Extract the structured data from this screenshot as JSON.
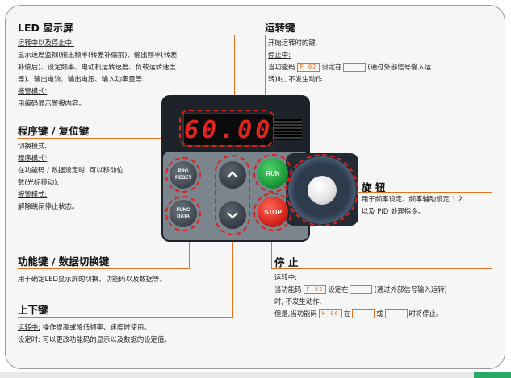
{
  "led_display": {
    "title": "LED 显示屏",
    "running_heading": "运转中以及停止中:",
    "running_desc": [
      "显示速度监视(输出频率(转差补偿前)、输出频率(转差",
      "补偿后)、设定频率、电动机运转速度、负载运转速度",
      "等)、输出电流、输出电压、输入功率量等."
    ],
    "alarm_heading": "报警模式:",
    "alarm_desc": "用编码显示警报内容。",
    "value": "60.00"
  },
  "program_reset_key": {
    "title": "程序键 / 复位键",
    "line1": "切换模式.",
    "program_heading": "程序模式:",
    "program_desc": [
      "在功能码 / 数据设定时, 可以移动位",
      "数(光标移动)."
    ],
    "alarm_heading": "报警模式:",
    "alarm_desc": "解除跳闸停止状态。"
  },
  "run_key": {
    "title": "运转键",
    "line1": "开始运转时的键.",
    "stop_heading": "停止中:",
    "desc_prefix": "当功能码",
    "code": "F 02",
    "desc_mid": "设定在",
    "desc_suffix": "(通过外部信号输入运",
    "desc_line2": "转)时, 不发生动作."
  },
  "knob": {
    "title": "旋 钮",
    "desc": [
      "用于频率设定、频率辅助设定 1.2",
      "以及 PID 处理指令。"
    ]
  },
  "func_data_key": {
    "title": "功能键 / 数据切换键",
    "desc": "用于确定LED显示屏的切换、功能码以及数据等。"
  },
  "stop_key": {
    "title": "停 止",
    "running_heading": "运转中:",
    "line1_prefix": "当功能码",
    "code": "F 02",
    "line1_mid": "设定在",
    "line1_suffix": "(通过外部信号输入运转)",
    "line2": "时, 不发生动作.",
    "line3_prefix": "但是,当功能码",
    "code2": "H 96",
    "line3_mid": "在",
    "line3_or": "或",
    "line3_suffix": "时将停止。"
  },
  "updown_key": {
    "title": "上下键",
    "running_heading": "运转中:",
    "running_desc": "操作提高或降低频率、速度时使用。",
    "setting_heading": "设定时:",
    "setting_desc": "可以更改功能码的显示以及数据的设定值。"
  },
  "buttons": {
    "prg_line1": "PRG",
    "prg_line2": "RESET",
    "func_line1": "FUNC",
    "func_line2": "DATA",
    "run": "RUN",
    "stop": "STOP"
  },
  "colors": {
    "accent_orange": "#e8701a",
    "led_red": "#e2241c",
    "run_green": "#1f9b3a",
    "stop_red": "#d8231b"
  }
}
